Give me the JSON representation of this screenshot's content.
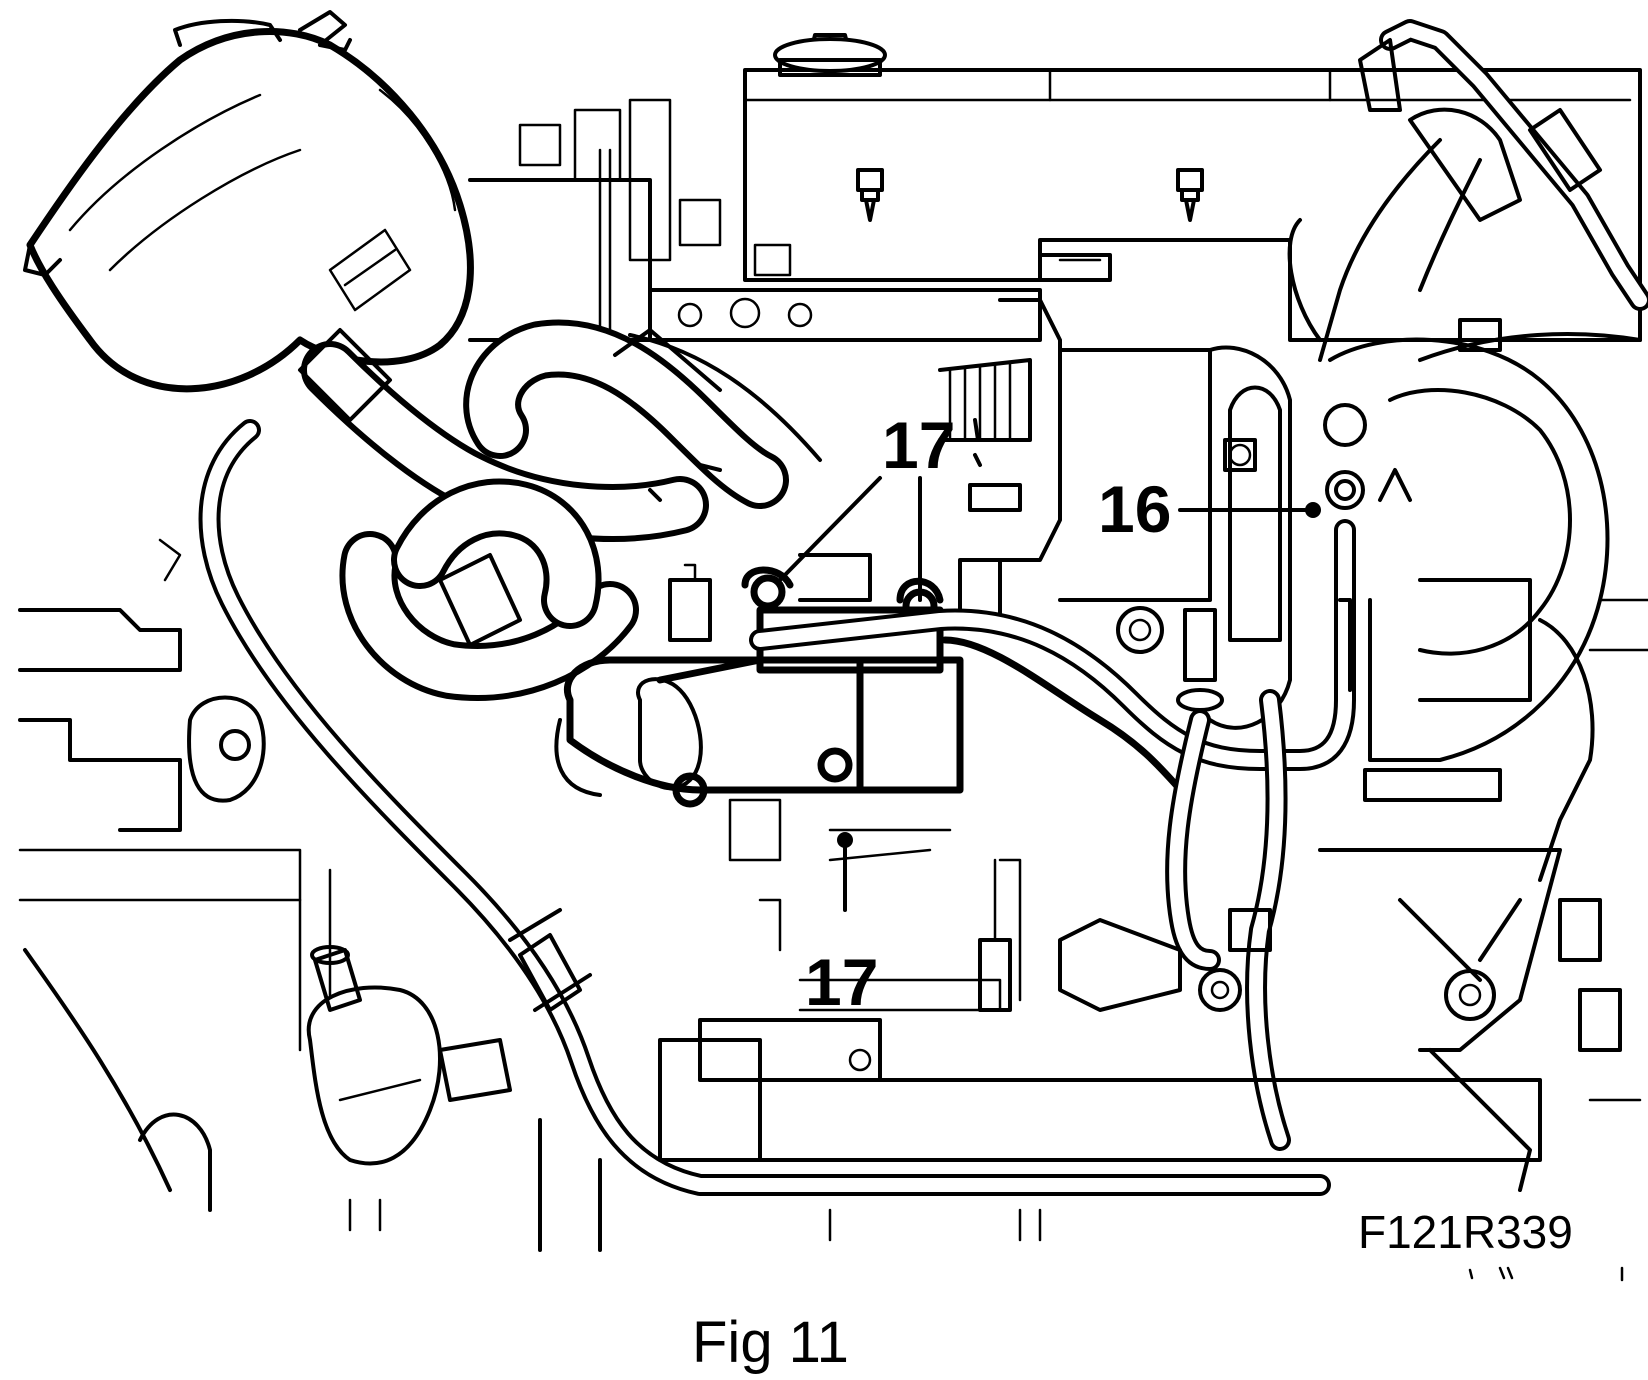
{
  "callouts": {
    "top_17": "17",
    "right_16": "16",
    "bottom_17": "17"
  },
  "reference_code": "F121R339",
  "caption": "Fig 11",
  "line_color": "#000000",
  "background_color": "#ffffff"
}
